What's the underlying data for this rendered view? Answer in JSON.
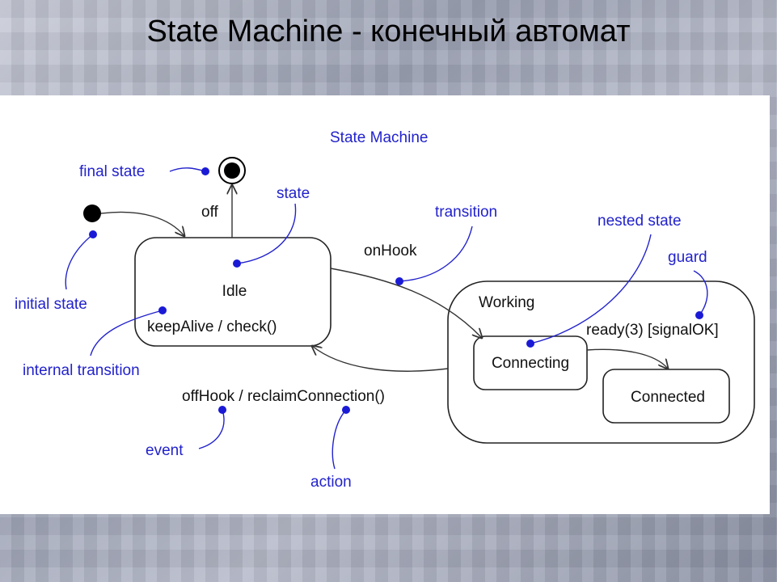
{
  "slide": {
    "title": "State Machine - конечный автомат"
  },
  "diagram": {
    "title": "State Machine",
    "states": {
      "idle": "Idle",
      "idle_internal": "keepAlive / check()",
      "working": "Working",
      "connecting": "Connecting",
      "connected": "Connected"
    },
    "transitions": {
      "off": "off",
      "on_hook": "onHook",
      "off_hook": "offHook / reclaimConnection()",
      "ready": "ready(3) [signalOK]"
    },
    "annotations": {
      "final_state": "final state",
      "initial_state": "initial state",
      "state": "state",
      "transition": "transition",
      "nested_state": "nested state",
      "guard": "guard",
      "internal_transition": "internal transition",
      "event": "event",
      "action": "action"
    },
    "colors": {
      "annotation": "#2222cc",
      "text": "#111111"
    }
  }
}
